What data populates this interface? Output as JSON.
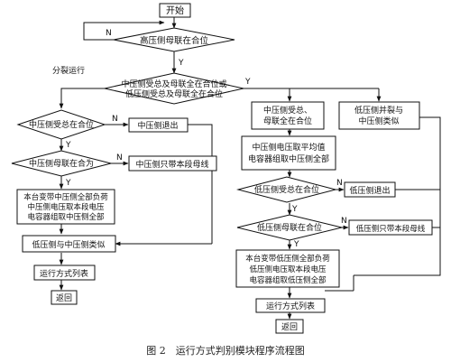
{
  "flowchart": {
    "start": "开始",
    "d_hv_bus_tie": "高压侧母联在合位",
    "d_mid_low_line1": "中压侧受总及母联全在合位或",
    "d_mid_low_line2": "低压侧受总及母联全在合位",
    "label_split_run": "分裂运行",
    "d_mv_incomer": "中压侧受总在合位",
    "p_mv_exit": "中压侧退出",
    "d_mv_bus_tie": "中压侧母联在合为",
    "p_mv_local_bus": "中压侧只带本段母线",
    "p_mv_full_load_1": "本台变带中压侧全部负荷",
    "p_mv_full_load_2": "中压侧电压取本段电压",
    "p_mv_full_load_3": "电容器组取中压侧全部",
    "p_lv_similar": "低压侧与中压侧类似",
    "p_run_mode_table_left": "运行方式列表",
    "end_left": "返回",
    "p_mv_both_closed_1": "中压侧受总、",
    "p_mv_both_closed_2": "母联全在合位",
    "p_lv_parallel_1": "低压侧并裂与",
    "p_lv_parallel_2": "中压侧类似",
    "p_mv_avg_1": "中压侧电压取平均值",
    "p_mv_avg_2": "电容器组取中压侧全部",
    "d_lv_incomer": "低压侧受总在合位",
    "p_lv_exit": "低压侧退出",
    "d_lv_bus_tie": "低压侧母联在合位",
    "p_lv_local_bus": "低压侧只带本段母线",
    "p_lv_full_load_1": "本台变带低压侧全部负荷",
    "p_lv_full_load_2": "低压侧电压取本段电压",
    "p_lv_full_load_3": "电容器组取低压侧全部",
    "p_run_mode_table_right": "运行方式列表",
    "end_right": "返回",
    "yes": "Y",
    "no": "N"
  },
  "caption": "图 2　运行方式判别模块程序流程图"
}
